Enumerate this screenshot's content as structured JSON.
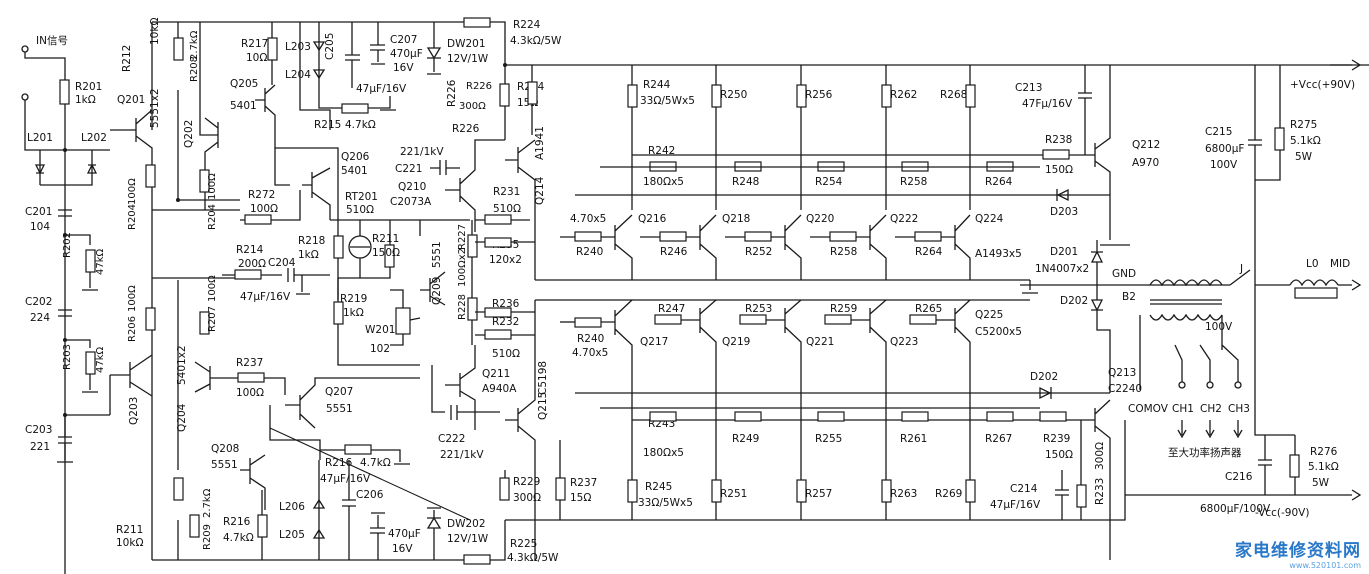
{
  "labels": {
    "in_signal": "IN信号",
    "vcc_pos": "+Vcc(+90V)",
    "vcc_neg": "-Vcc(-90V)",
    "gnd": "GND",
    "mid": "MID",
    "j": "J",
    "l0": "L0",
    "b2": "B2",
    "v100": "100V",
    "comov": "COMOV",
    "ch1": "CH1",
    "ch2": "CH2",
    "ch3": "CH3",
    "to_speaker": "至大功率扬声器"
  },
  "watermark": {
    "main": "家电维修资料网",
    "sub": "www.520101.com"
  },
  "components": {
    "R201": [
      "R201",
      "1kΩ"
    ],
    "L201": [
      "L201"
    ],
    "L202": [
      "L202"
    ],
    "C201": [
      "C201",
      "104"
    ],
    "R202": [
      "R202",
      "47kΩ"
    ],
    "C202": [
      "C202",
      "224"
    ],
    "R203": [
      "R203",
      "47kΩ"
    ],
    "C203": [
      "C203",
      "221"
    ],
    "Q201": [
      "Q201"
    ],
    "R212": [
      "R212",
      "10kΩ"
    ],
    "Q201b": [
      "5551x2"
    ],
    "R208": [
      "R208",
      "2.7kΩ"
    ],
    "Q202": [
      "Q202"
    ],
    "R204a": [
      "R204",
      "100Ω"
    ],
    "R204b": [
      "R204",
      "100Ω"
    ],
    "R206": [
      "R206",
      "100Ω"
    ],
    "R207": [
      "R207",
      "100Ω"
    ],
    "Q203": [
      "Q203"
    ],
    "Q204": [
      "Q204",
      "5401x2"
    ],
    "R211": [
      "R211",
      "10kΩ"
    ],
    "R209": [
      "R209",
      "2.7kΩ"
    ],
    "R217": [
      "R217",
      "10Ω"
    ],
    "Q205": [
      "Q205",
      "5401"
    ],
    "L203": [
      "L203"
    ],
    "L204": [
      "L204"
    ],
    "C205": [
      "C205"
    ],
    "C207": [
      "C207",
      "470μF",
      "16V"
    ],
    "DW201": [
      "DW201",
      "12V/1W"
    ],
    "C205b": [
      "47μF/16V"
    ],
    "R215": [
      "R215",
      "4.7kΩ"
    ],
    "R224": [
      "R224",
      "4.3kΩ/5W"
    ],
    "R226": [
      "R226",
      "300Ω"
    ],
    "R234": [
      "R234",
      "15Ω"
    ],
    "Q206": [
      "Q206",
      "5401"
    ],
    "R272": [
      "R272",
      "100Ω"
    ],
    "RT201": [
      "RT201",
      "510Ω"
    ],
    "R214": [
      "R214",
      "200Ω"
    ],
    "C204": [
      "C204",
      "47μF/16V"
    ],
    "R218": [
      "R218",
      "1kΩ"
    ],
    "R211b": [
      "R211",
      "150Ω"
    ],
    "R219": [
      "R219",
      "1kΩ"
    ],
    "W201": [
      "W201",
      "102"
    ],
    "Q209": [
      "Q209",
      "5551"
    ],
    "R227": [
      "R227"
    ],
    "R228": [
      "R228",
      "100Ωx2"
    ],
    "Q210": [
      "Q210",
      "C2073A"
    ],
    "C221": [
      "C221",
      "221/1kV"
    ],
    "Q214": [
      "Q214",
      "A1941"
    ],
    "R231": [
      "R231",
      "510Ω"
    ],
    "R235": [
      "R235",
      "120x2"
    ],
    "R236": [
      "R236"
    ],
    "R232": [
      "R232",
      "510Ω"
    ],
    "Q211": [
      "Q211",
      "A940A"
    ],
    "Q215": [
      "Q215",
      "C5198"
    ],
    "C222": [
      "C222",
      "221/1kV"
    ],
    "R237": [
      "R237",
      "100Ω"
    ],
    "Q207": [
      "Q207",
      "5551"
    ],
    "Q208": [
      "Q208",
      "5551"
    ],
    "R216": [
      "R216",
      "4.7kΩ"
    ],
    "R216b": [
      "R216",
      "4.7kΩ"
    ],
    "C206": [
      "C206",
      "47μF/16V"
    ],
    "L206": [
      "L206"
    ],
    "L205": [
      "L205"
    ],
    "C208": [
      "470μF",
      "16V"
    ],
    "DW202": [
      "DW202",
      "12V/1W"
    ],
    "R225": [
      "R225",
      "4.3kΩ/5W"
    ],
    "R229": [
      "R229",
      "300Ω"
    ],
    "R237b": [
      "R237",
      "15Ω"
    ],
    "R244": [
      "R244",
      "33Ω/5Wx5"
    ],
    "R250": [
      "R250"
    ],
    "R256": [
      "R256"
    ],
    "R262": [
      "R262"
    ],
    "R268": [
      "R268"
    ],
    "R242": [
      "R242",
      "180Ωx5"
    ],
    "R248": [
      "R248"
    ],
    "R254": [
      "R254"
    ],
    "R258": [
      "R258"
    ],
    "R264": [
      "R264"
    ],
    "R238": [
      "R238",
      "150Ω"
    ],
    "C213": [
      "C213",
      "47Fμ/16V"
    ],
    "Q212": [
      "Q212",
      "A970"
    ],
    "D203": [
      "D203"
    ],
    "R240a": [
      "R240",
      "4.70x5"
    ],
    "Q216": [
      "Q216"
    ],
    "Q218": [
      "Q218"
    ],
    "Q220": [
      "Q220"
    ],
    "Q222": [
      "Q222"
    ],
    "Q224": [
      "Q224",
      "A1493x5"
    ],
    "R246": [
      "R246"
    ],
    "R252": [
      "R252"
    ],
    "R258b": [
      "R258"
    ],
    "R264b": [
      "R264"
    ],
    "R247": [
      "R247"
    ],
    "R253": [
      "R253"
    ],
    "R259": [
      "R259"
    ],
    "R265": [
      "R265"
    ],
    "R240b": [
      "R240",
      "4.70x5"
    ],
    "Q217": [
      "Q217"
    ],
    "Q219": [
      "Q219"
    ],
    "Q221": [
      "Q221"
    ],
    "Q223": [
      "Q223"
    ],
    "Q225": [
      "Q225",
      "C5200x5"
    ],
    "R243": [
      "R243",
      "180Ωx5"
    ],
    "R249": [
      "R249"
    ],
    "R255": [
      "R255"
    ],
    "R261": [
      "R261"
    ],
    "R267": [
      "R267"
    ],
    "R239": [
      "R239",
      "150Ω"
    ],
    "Q213": [
      "Q213",
      "C2240"
    ],
    "D202b": [
      "D202"
    ],
    "R245": [
      "R245",
      "33Ω/5Wx5"
    ],
    "R251": [
      "R251"
    ],
    "R257": [
      "R257"
    ],
    "R263": [
      "R263"
    ],
    "R269": [
      "R269"
    ],
    "C214": [
      "C214",
      "47μF/16V"
    ],
    "R233": [
      "R233",
      "300Ω"
    ],
    "D201": [
      "D201",
      "1N4007x2"
    ],
    "D202": [
      "D202"
    ],
    "C215": [
      "C215",
      "6800μF",
      "100V"
    ],
    "R275": [
      "R275",
      "5.1kΩ",
      "5W"
    ],
    "C216": [
      "C216",
      "6800μF/100V"
    ],
    "R276": [
      "R276",
      "5.1kΩ",
      "5W"
    ]
  }
}
